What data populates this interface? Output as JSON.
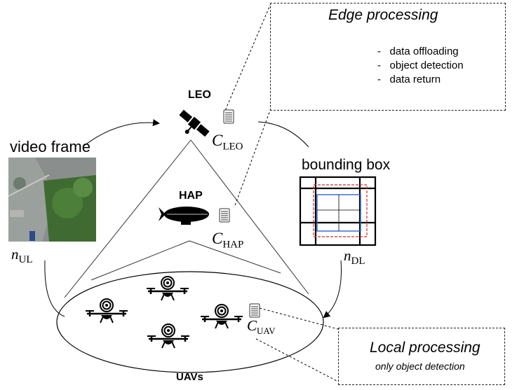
{
  "edge_box": {
    "title": "Edge processing",
    "items": [
      "data offloading",
      "object detection",
      "data return"
    ]
  },
  "local_box": {
    "title": "Local processing",
    "subtitle": "only object detection"
  },
  "labels": {
    "leo": "LEO",
    "hap": "HAP",
    "uavs": "UAVs",
    "video_frame": "video frame",
    "bounding_box": "bounding box"
  },
  "math": {
    "c_leo": {
      "base": "C",
      "sub": "LEO"
    },
    "c_hap": {
      "base": "C",
      "sub": "HAP"
    },
    "c_uav": {
      "base": "C",
      "sub": "UAV"
    },
    "n_ul": {
      "base": "n",
      "sub": "UL"
    },
    "n_dl": {
      "base": "n",
      "sub": "DL"
    }
  },
  "icons": [
    "satellite-icon",
    "airship-icon",
    "drone-icon",
    "server-icon",
    "car-icon",
    "truck-icon"
  ]
}
